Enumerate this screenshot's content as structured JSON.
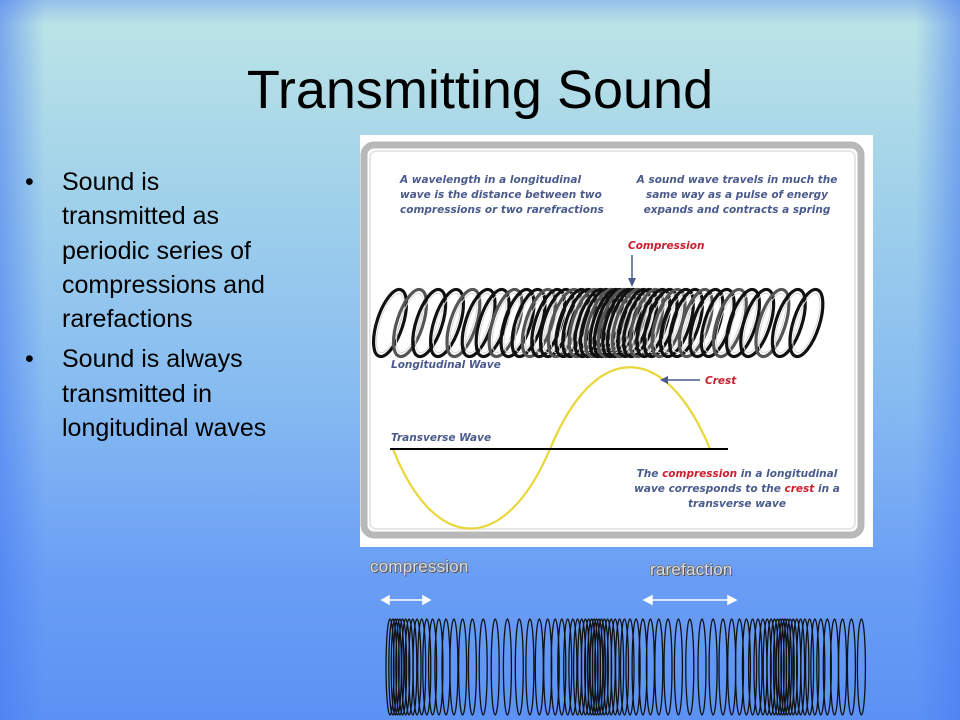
{
  "slide": {
    "title": "Transmitting Sound",
    "bullets": [
      {
        "marker": "•",
        "text": "Sound is transmitted as periodic series of compressions and rarefactions"
      },
      {
        "marker": "•",
        "text": "Sound is always transmitted in longitudinal waves"
      }
    ]
  },
  "figure": {
    "text_wavelength": "A wavelength in a longitudinal wave is the distance between two compressions or two rarefractions",
    "text_spring": "A sound wave travels in much the same way as a pulse of energy expands and contracts a spring",
    "label_compression": "Compression",
    "label_longitudinal": "Longitudinal Wave",
    "label_crest": "Crest",
    "label_transverse": "Transverse Wave",
    "note_part1": "The ",
    "note_compression": "compression",
    "note_part2": " in a longitudinal wave corresponds to the ",
    "note_crest": "crest",
    "note_part3": " in a transverse wave",
    "colors": {
      "red": "#cc1e2e",
      "blue_text": "#4a5a8c",
      "wave_yellow": "#e8d63a"
    }
  },
  "bottom_diagram": {
    "label_compression": "compression",
    "label_rarefaction": "rarefaction"
  }
}
